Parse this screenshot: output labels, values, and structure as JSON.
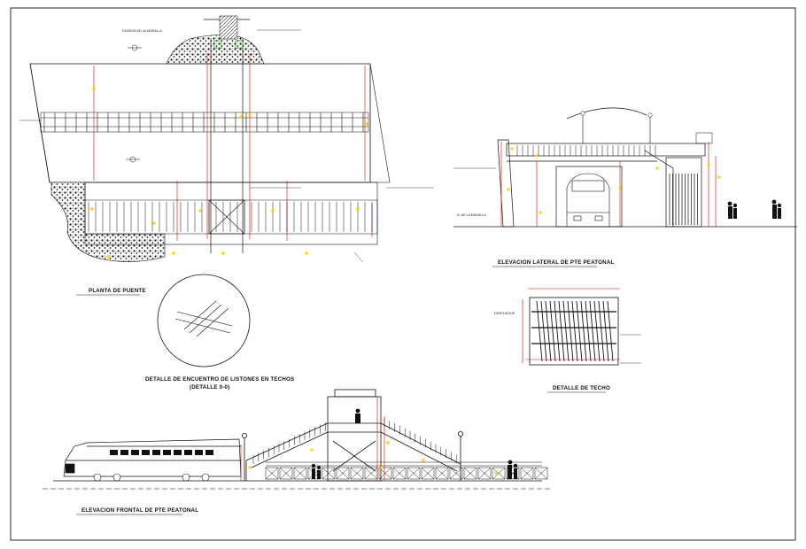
{
  "drawing": {
    "colors": {
      "line": "#111111",
      "dim": "#e00000",
      "mark": "#ffd400",
      "accent": "#00a000"
    },
    "views": {
      "plan": {
        "title": "PLANTA DE PUENTE",
        "top_label": "DIVISION DE LA MURALLA"
      },
      "lateral": {
        "title": "ELEVACION LATERAL DE PTE PEATONAL",
        "wall_label": "N. DE LA MURALLA"
      },
      "roof": {
        "title": "DETALLE DE TECHO",
        "tag": "DESPLIEGUE"
      },
      "detail": {
        "title": "DETALLE DE ENCUENTRO DE LISTONES EN TECHOS",
        "code": "(DETALLE 0-0)"
      },
      "frontal": {
        "title": "ELEVACION FRONTAL DE PTE PEATONAL"
      }
    }
  }
}
